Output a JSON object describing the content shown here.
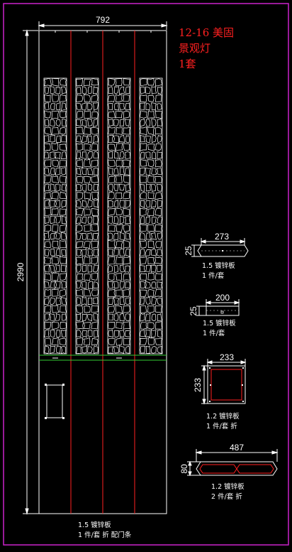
{
  "drawing": {
    "title_lines": [
      "12-16 美固",
      "景观灯",
      "1套"
    ],
    "main_panel": {
      "width_label": "792",
      "height_label": "2990",
      "caption_lines": [
        "1.5 镀锌板",
        "1 件/套 折 配门条"
      ]
    },
    "parts": [
      {
        "id": "part-1",
        "width_label": "273",
        "height_label": "25",
        "caption_lines": [
          "1.5 镀锌板",
          "1 件/套"
        ]
      },
      {
        "id": "part-2",
        "width_label": "200",
        "height_label": "25",
        "caption_lines": [
          "1.5 镀锌板",
          "1 件/套"
        ]
      },
      {
        "id": "part-3",
        "width_label": "233",
        "height_label": "233",
        "caption_lines": [
          "1.2 镀锌板",
          "1 件/套 折"
        ]
      },
      {
        "id": "part-4",
        "width_label": "487",
        "height_label": "80",
        "caption_lines": [
          "1.2 镀锌板",
          "2 件/套 折"
        ]
      }
    ],
    "colors": {
      "background": "#000000",
      "outline": "#ffffff",
      "fold_line": "#ff2020",
      "border": "#cc22cc",
      "divider": "#33cc33",
      "title": "#ff2020"
    }
  }
}
